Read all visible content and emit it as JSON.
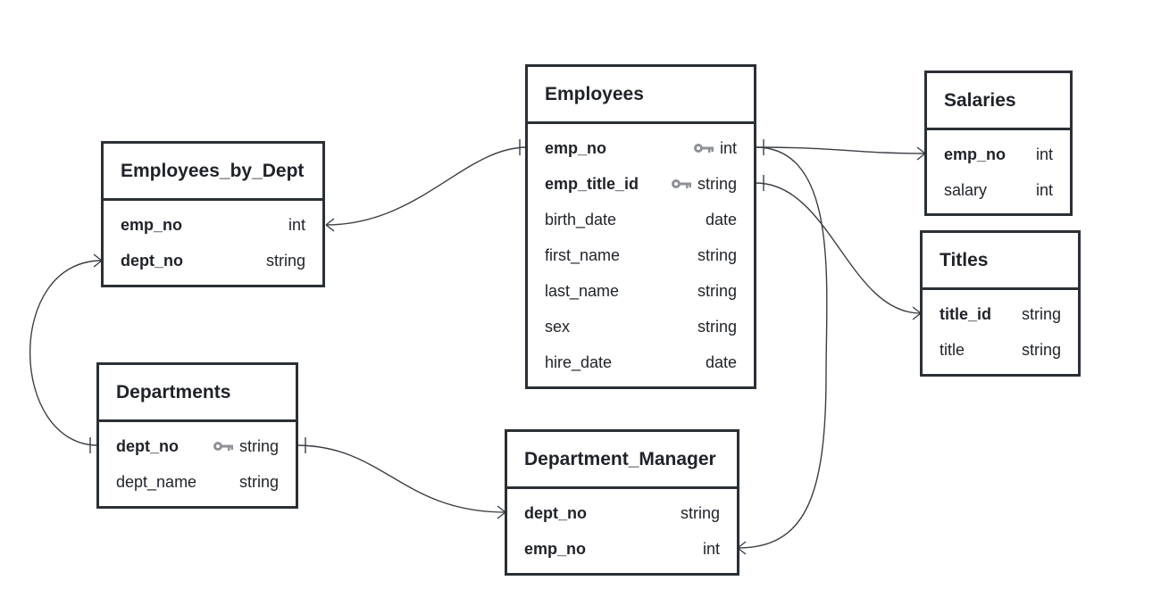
{
  "entities": {
    "employees_by_dept": {
      "title": "Employees_by_Dept",
      "fields": [
        {
          "name": "emp_no",
          "type": "int",
          "bold": true,
          "key": false
        },
        {
          "name": "dept_no",
          "type": "string",
          "bold": true,
          "key": false
        }
      ]
    },
    "employees": {
      "title": "Employees",
      "fields": [
        {
          "name": "emp_no",
          "type": "int",
          "bold": true,
          "key": true
        },
        {
          "name": "emp_title_id",
          "type": "string",
          "bold": true,
          "key": true
        },
        {
          "name": "birth_date",
          "type": "date",
          "bold": false,
          "key": false
        },
        {
          "name": "first_name",
          "type": "string",
          "bold": false,
          "key": false
        },
        {
          "name": "last_name",
          "type": "string",
          "bold": false,
          "key": false
        },
        {
          "name": "sex",
          "type": "string",
          "bold": false,
          "key": false
        },
        {
          "name": "hire_date",
          "type": "date",
          "bold": false,
          "key": false
        }
      ]
    },
    "salaries": {
      "title": "Salaries",
      "fields": [
        {
          "name": "emp_no",
          "type": "int",
          "bold": true,
          "key": false
        },
        {
          "name": "salary",
          "type": "int",
          "bold": false,
          "key": false
        }
      ]
    },
    "titles": {
      "title": "Titles",
      "fields": [
        {
          "name": "title_id",
          "type": "string",
          "bold": true,
          "key": false
        },
        {
          "name": "title",
          "type": "string",
          "bold": false,
          "key": false
        }
      ]
    },
    "departments": {
      "title": "Departments",
      "fields": [
        {
          "name": "dept_no",
          "type": "string",
          "bold": true,
          "key": true
        },
        {
          "name": "dept_name",
          "type": "string",
          "bold": false,
          "key": false
        }
      ]
    },
    "department_manager": {
      "title": "Department_Manager",
      "fields": [
        {
          "name": "dept_no",
          "type": "string",
          "bold": true,
          "key": false
        },
        {
          "name": "emp_no",
          "type": "int",
          "bold": true,
          "key": false
        }
      ]
    }
  },
  "relationships": [
    {
      "from": "employees.emp_no",
      "from_end": "one",
      "to": "employees_by_dept.emp_no",
      "to_end": "many"
    },
    {
      "from": "employees.emp_no",
      "from_end": "one",
      "to": "salaries.emp_no",
      "to_end": "many"
    },
    {
      "from": "employees.emp_no",
      "from_end": "one",
      "to": "department_manager.emp_no",
      "to_end": "many"
    },
    {
      "from": "employees.emp_title_id",
      "from_end": "one",
      "to": "titles.title_id",
      "to_end": "many"
    },
    {
      "from": "departments.dept_no",
      "from_end": "one",
      "to": "employees_by_dept.dept_no",
      "to_end": "many"
    },
    {
      "from": "departments.dept_no",
      "from_end": "one",
      "to": "department_manager.dept_no",
      "to_end": "many"
    }
  ],
  "colors": {
    "border": "#2b3036",
    "text": "#1f2329",
    "key_icon": "#8e9297",
    "connector": "#3a3f45"
  }
}
